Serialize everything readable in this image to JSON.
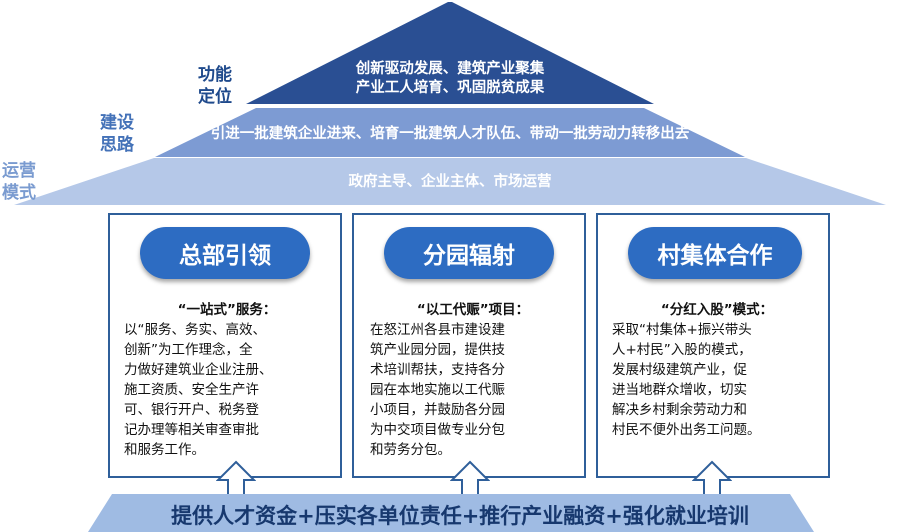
{
  "roof": {
    "top_tier_lines": [
      "创新驱动发展、建筑产业聚集",
      "产业工人培育、巩固脱贫成果"
    ],
    "middle_tier_text": "引进一批建筑企业进来、培育一批建筑人才队伍、带动一批劳动力转移出去",
    "bottom_tier_text": "政府主导、企业主体、市场运营"
  },
  "side_labels": {
    "function": [
      "功能",
      "定位"
    ],
    "approach": [
      "建设",
      "思路"
    ],
    "operation": [
      "运营",
      "模式"
    ]
  },
  "pillars": [
    {
      "title": "总部引领",
      "heading": "“一站式”服务：",
      "lines": [
        "以“服务、务实、高效、",
        "创新”为工作理念，全",
        "力做好建筑业企业注册、",
        "施工资质、安全生产许",
        "可、银行开户、税务登",
        "记办理等相关审查审批",
        "和服务工作。"
      ]
    },
    {
      "title": "分园辐射",
      "heading": "“以工代赈”项目：",
      "lines": [
        "在怒江州各县市建设建",
        "筑产业园分园，提供技",
        "术培训帮扶，支持各分",
        "园在本地实施以工代赈",
        "小项目，并鼓励各分园",
        "为中交项目做专业分包",
        "和劳务分包。"
      ]
    },
    {
      "title": "村集体合作",
      "heading": "“分红入股”模式：",
      "lines": [
        "采取“村集体+振兴带头",
        "人+村民”入股的模式，",
        "发展村级建筑产业，促",
        "进当地群众增收，切实",
        "解决乡村剩余劳动力和",
        "村民不便外出务工问题。"
      ]
    }
  ],
  "base": {
    "text": "提供人才资金+压实各单位责任+推行产业融资+强化就业培训"
  },
  "colors": {
    "top_tier": "#2a4f93",
    "middle_tier": "#7d9bd3",
    "bottom_tier": "#b5c8e8",
    "pill": "#2d6cc2",
    "border": "#2f5f9a",
    "base_band": "#9fbbe3"
  }
}
